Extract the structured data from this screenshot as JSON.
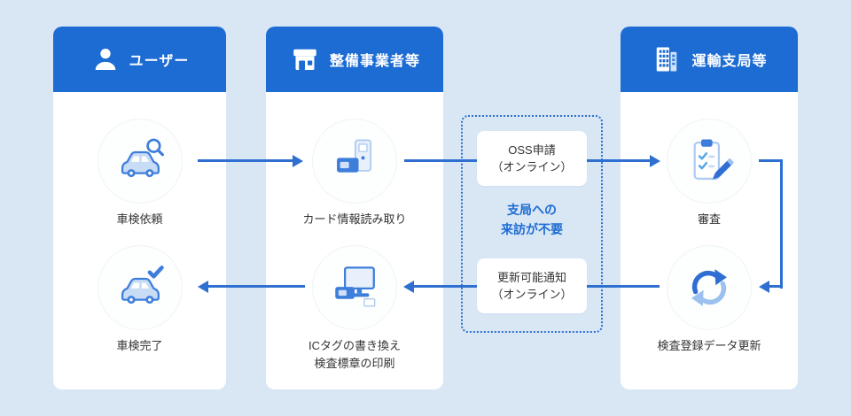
{
  "colors": {
    "background": "#d9e7f5",
    "header_blue": "#1c6cd3",
    "arrow_blue": "#2e6fd0",
    "icon_blue": "#3e7edb",
    "icon_light_blue": "#c9dcf5",
    "text_dark": "#333333",
    "card_white": "#ffffff"
  },
  "columns": [
    {
      "id": "user",
      "header": {
        "label": "ユーザー",
        "icon": "user-icon"
      },
      "steps": [
        {
          "icon": "car-search-icon",
          "lines": [
            "車検依頼"
          ]
        },
        {
          "icon": "car-check-icon",
          "lines": [
            "車検完了"
          ]
        }
      ]
    },
    {
      "id": "maintenance-business",
      "header": {
        "label": "整備事業者等",
        "icon": "store-icon"
      },
      "steps": [
        {
          "icon": "card-reader-icon",
          "lines": [
            "カード情報読み取り"
          ]
        },
        {
          "icon": "computer-printer-icon",
          "lines": [
            "ICタグの書き換え",
            "検査標章の印刷"
          ]
        }
      ]
    },
    {
      "id": "transport-bureau",
      "header": {
        "label": "運輸支局等",
        "icon": "building-icon"
      },
      "steps": [
        {
          "icon": "clipboard-pencil-icon",
          "lines": [
            "審査"
          ]
        },
        {
          "icon": "sync-icon",
          "lines": [
            "検査登録データ更新"
          ]
        }
      ]
    }
  ],
  "online_box": {
    "top": {
      "lines": [
        "OSS申請",
        "（オンライン）"
      ]
    },
    "center": {
      "lines": [
        "支局への",
        "来訪が不要"
      ]
    },
    "bottom": {
      "lines": [
        "更新可能通知",
        "（オンライン）"
      ]
    }
  },
  "arrows": [
    {
      "id": "user-to-maintenance",
      "direction": "right"
    },
    {
      "id": "maintenance-to-bureau-oss",
      "direction": "right"
    },
    {
      "id": "review-to-data-update",
      "direction": "down"
    },
    {
      "id": "bureau-to-maintenance-notify",
      "direction": "left"
    },
    {
      "id": "maintenance-to-user",
      "direction": "left"
    }
  ]
}
